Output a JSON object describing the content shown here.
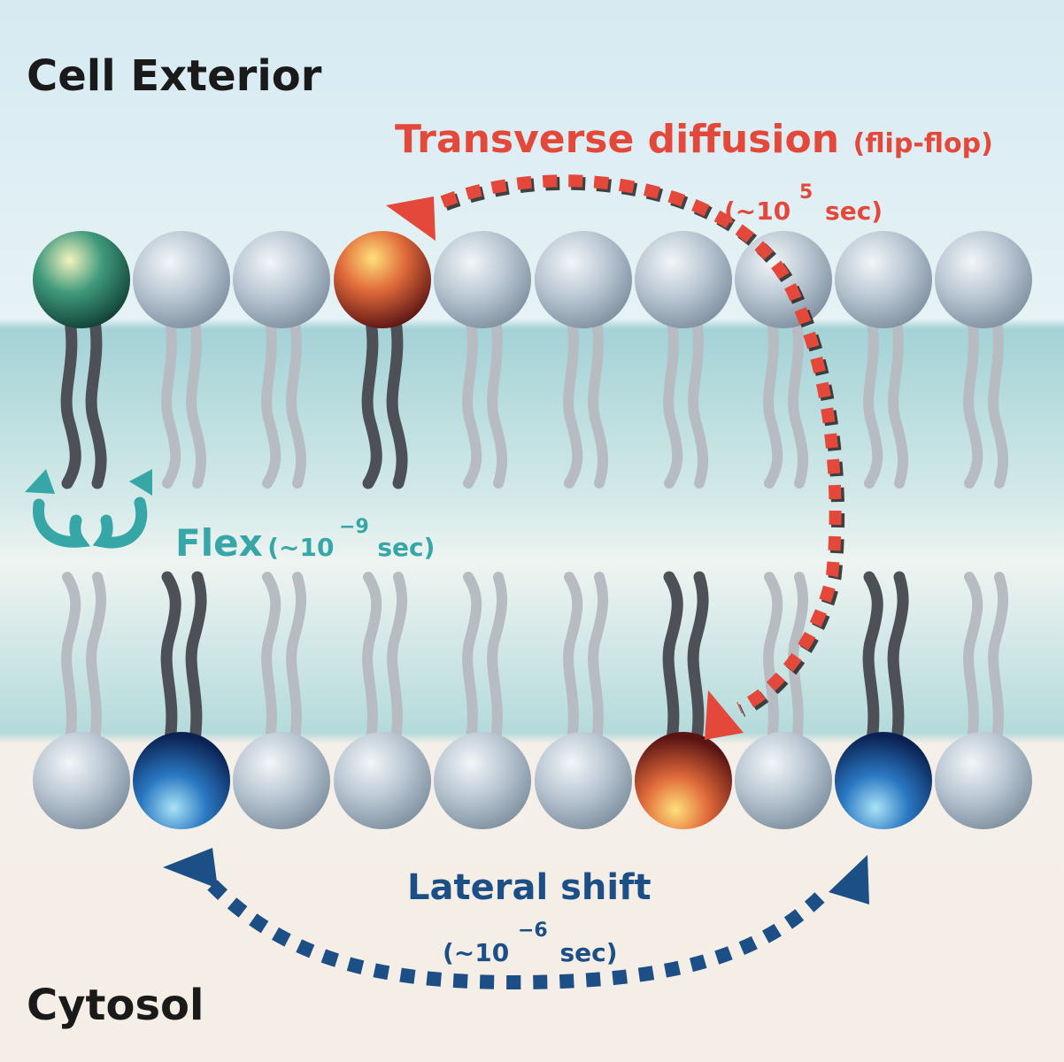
{
  "labels": {
    "cell_exterior": "Cell Exterior",
    "cytosol": "Cytosol",
    "transverse": {
      "title": "Transverse diffusion",
      "qualifier": "(flip-flop)",
      "time_prefix": "(~10",
      "time_exp": "5",
      "time_suffix": "sec)"
    },
    "flex": {
      "title": "Flex",
      "time_prefix": "(~10",
      "time_exp": "−9",
      "time_suffix": "sec)"
    },
    "lateral": {
      "title": "Lateral shift",
      "time_prefix": "(~10",
      "time_exp": "−6",
      "time_suffix": "sec)"
    }
  },
  "colors": {
    "exterior_bg": "#dcedf3",
    "membrane_core": "#a9d4d8",
    "cytosol_bg": "#f3eee6",
    "transverse_color": "#e3483a",
    "flex_color": "#36a7a6",
    "lateral_color": "#1c4f86",
    "label_dark": "#1a1a1a"
  },
  "top_leaflet": [
    "green",
    "gray",
    "gray",
    "red",
    "gray",
    "gray",
    "gray",
    "gray",
    "gray",
    "gray"
  ],
  "bottom_leaflet": [
    "gray",
    "blue",
    "gray",
    "gray",
    "gray",
    "gray",
    "red",
    "gray",
    "blue",
    "gray"
  ]
}
